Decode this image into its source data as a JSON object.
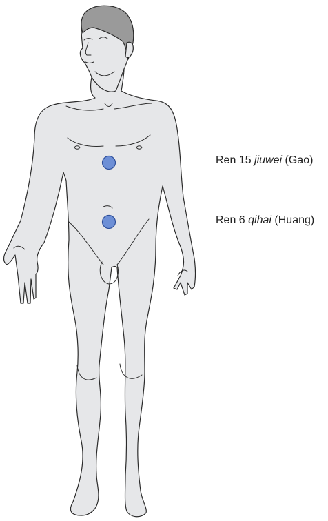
{
  "points": [
    {
      "prefix": "Ren 15",
      "pinyin": "jiuwei",
      "suffix": "(Gao)"
    },
    {
      "prefix": "Ren 6",
      "pinyin": "qihai",
      "suffix": "(Huang)"
    }
  ],
  "colors": {
    "skin": "#e6e7e9",
    "outline": "#2b2b2b",
    "hair": "#9a9a9a",
    "point_fill": "#6d8fd6",
    "point_stroke": "#2e4f9a",
    "text": "#222222"
  }
}
